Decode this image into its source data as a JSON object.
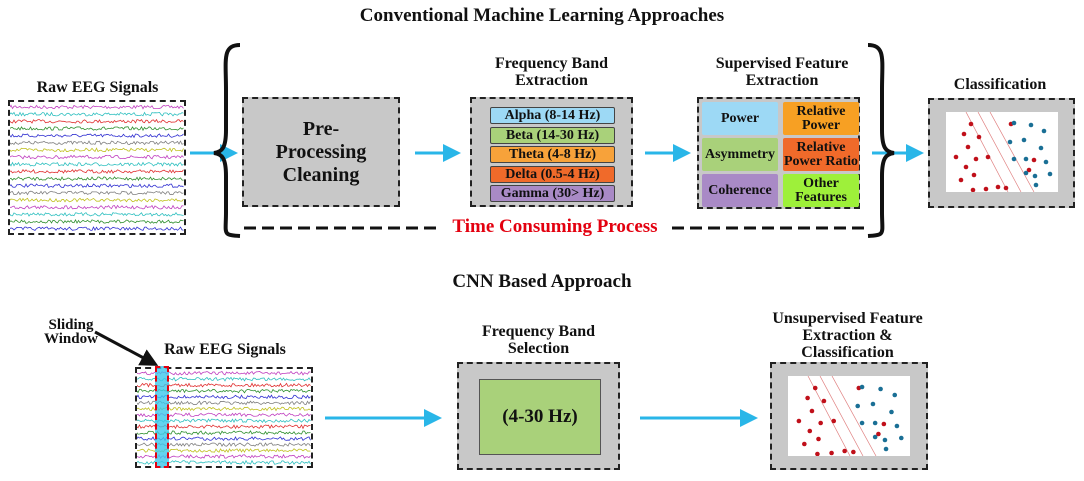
{
  "conventional": {
    "title": "Conventional Machine Learning Approaches",
    "raw_label": "Raw EEG Signals",
    "preprocessing": "Pre-Processing Cleaning",
    "freq_title": "Frequency Band Extraction",
    "bands": [
      {
        "label": "Alpha (8-14 Hz)",
        "color": "#9dd9f5"
      },
      {
        "label": "Beta (14-30 Hz)",
        "color": "#a9d17a"
      },
      {
        "label": "Theta (4-8 Hz)",
        "color": "#f7a23a"
      },
      {
        "label": "Delta (0.5-4 Hz)",
        "color": "#f06a2a"
      },
      {
        "label": "Gamma (30> Hz)",
        "color": "#a98ac6"
      }
    ],
    "feature_title": "Supervised Feature Extraction",
    "features": [
      {
        "label": "Power",
        "color": "#9dd9f5"
      },
      {
        "label": "Relative Power",
        "color": "#f7a023"
      },
      {
        "label": "Asymmetry",
        "color": "#a9d17a"
      },
      {
        "label": "Relative Power Ratio",
        "color": "#f06a2a"
      },
      {
        "label": "Coherence",
        "color": "#a98ac6"
      },
      {
        "label": "Other Features",
        "color": "#9ef03a"
      }
    ],
    "classification": "Classification",
    "time_consuming": "Time Consuming Process"
  },
  "cnn": {
    "title": "CNN Based Approach",
    "sliding_window": "Sliding Window",
    "raw_label": "Raw EEG Signals",
    "freq_title": "Frequency Band Selection",
    "freq_value": "(4-30 Hz)",
    "result_title": "Unsupervised Feature Extraction & Classification"
  },
  "colors": {
    "arrow": "#29b6e8",
    "red_text": "#e3000f",
    "box_gray": "#c8c8c8"
  }
}
